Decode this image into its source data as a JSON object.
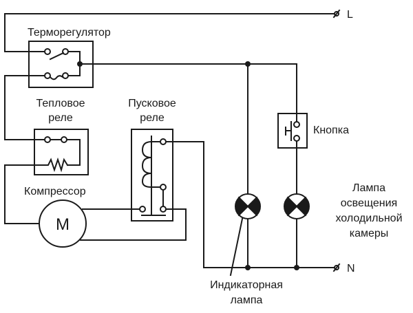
{
  "diagram": {
    "title": "",
    "terminals": {
      "line": "L",
      "neutral": "N"
    },
    "components": {
      "thermostat": {
        "label": "Терморегулятор"
      },
      "thermal_relay": {
        "label_line1": "Тепловое",
        "label_line2": "реле"
      },
      "start_relay": {
        "label_line1": "Пусковое",
        "label_line2": "реле"
      },
      "compressor": {
        "label": "Компрессор",
        "symbol": "M"
      },
      "button": {
        "label": "Кнопка"
      },
      "chamber_lamp": {
        "label_line1": "Лампа",
        "label_line2": "освещения",
        "label_line3": "холодильной",
        "label_line4": "камеры"
      },
      "indicator_lamp": {
        "label_line1": "Индикаторная",
        "label_line2": "лампа"
      }
    },
    "colors": {
      "ink": "#1a1a1a",
      "background": "#ffffff"
    }
  }
}
